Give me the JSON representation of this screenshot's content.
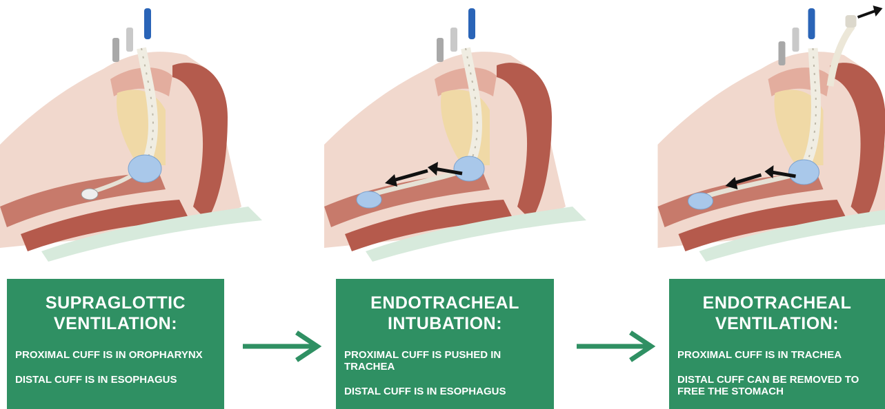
{
  "steps": [
    {
      "title": "SUPRAGLOTTIC VENTILATION:",
      "lines": [
        "PROXIMAL CUFF IS IN OROPHARYNX",
        "DISTAL CUFF IS IN ESOPHAGUS"
      ]
    },
    {
      "title": "ENDOTRACHEAL INTUBATION:",
      "lines": [
        "PROXIMAL CUFF IS PUSHED IN TRACHEA",
        "DISTAL CUFF IS IN ESOPHAGUS"
      ]
    },
    {
      "title": "ENDOTRACHEAL VENTILATION:",
      "lines": [
        "PROXIMAL CUFF IS IN TRACHEA",
        "DISTAL CUFF CAN BE REMOVED TO FREE THE STOMACH"
      ]
    }
  ],
  "colors": {
    "box_green": "#2f9063",
    "arrow_green": "#2f9063",
    "tissue_pink": "#e4b2a2",
    "muscle_red": "#b55a4c",
    "cuff_blue": "#a9c8ea",
    "tube_white": "#f0ede2"
  }
}
